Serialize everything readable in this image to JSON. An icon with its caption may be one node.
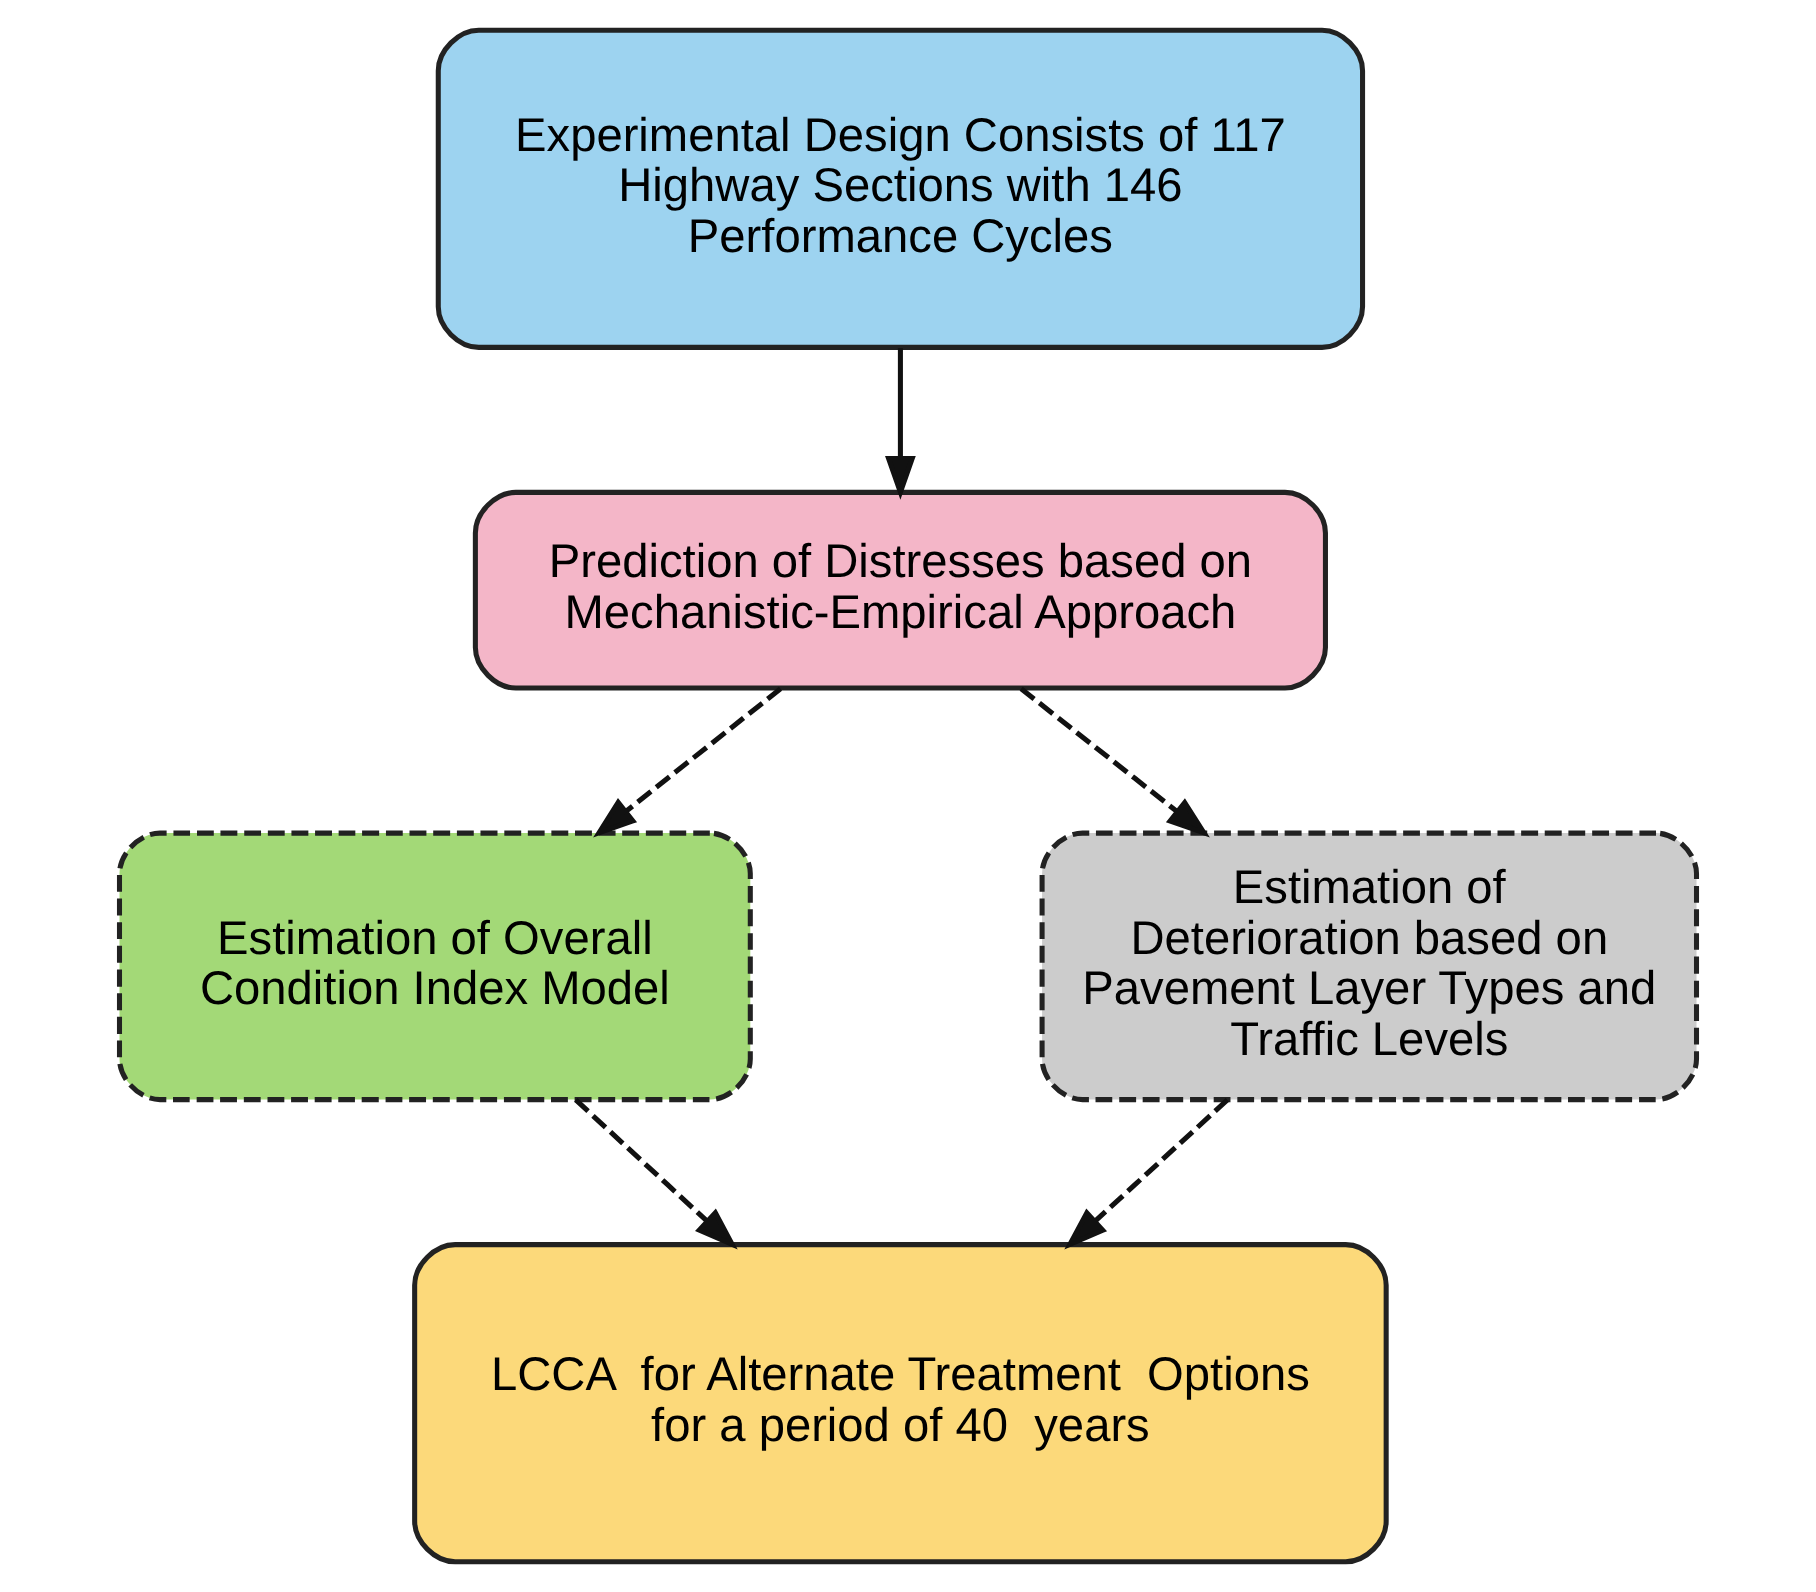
{
  "diagram": {
    "nodes": [
      {
        "text": [
          "Experimental Design Consists of 117 Highway Sections with 146 Performance Cycles"
        ]
      },
      {
        "text": [
          "Prediction of Distresses based on Mechanistic-Empirical Approach"
        ]
      },
      {
        "text": [
          "Estimation of Overall Condition Index Model"
        ]
      },
      {
        "text": [
          "Estimation of Deterioration based on Pavement Layer Types and Traffic Levels"
        ]
      },
      {
        "text": [
          "LCCA  for Alternate Treatment  Options for a period of 40  years"
        ]
      }
    ],
    "edges": [
      {
        "from": 0,
        "to": 1,
        "arrow": "to"
      },
      {
        "from": 1,
        "to": 2,
        "arrow": "to",
        "style": "dashed"
      },
      {
        "from": 1,
        "to": 3,
        "arrow": "to",
        "style": "dashed"
      },
      {
        "from": 2,
        "to": 4,
        "arrow": "to",
        "style": "dashed"
      },
      {
        "from": 3,
        "to": 4,
        "arrow": "to",
        "style": "dashed"
      }
    ]
  }
}
